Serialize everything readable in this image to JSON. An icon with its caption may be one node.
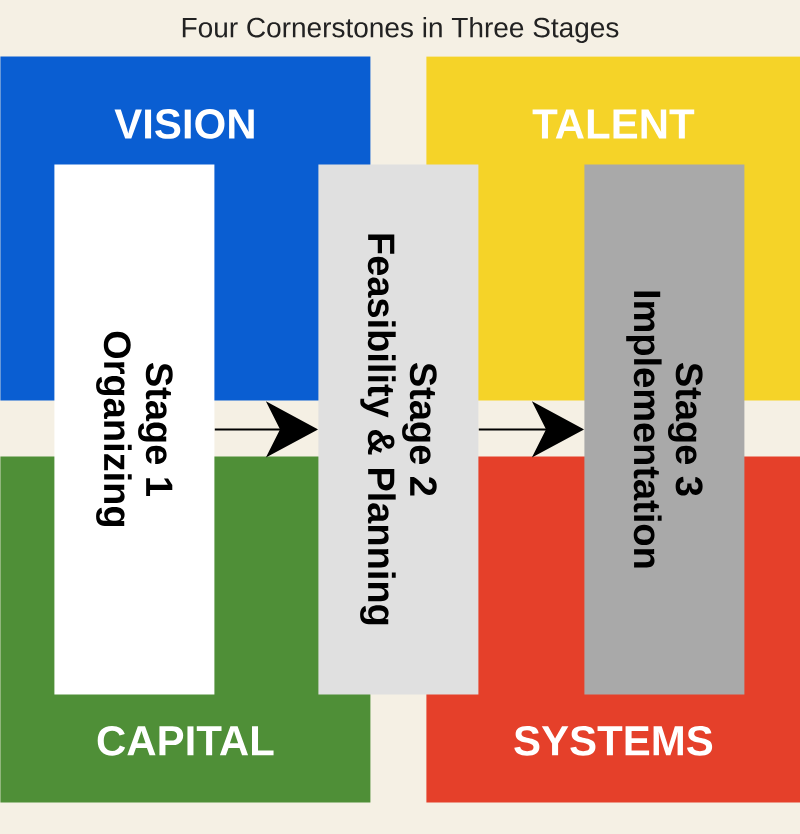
{
  "diagram": {
    "title": "Four Cornerstones in Three Stages",
    "nodes": [
      {
        "text": [
          "VISION"
        ]
      },
      {
        "text": [
          "TALENT"
        ]
      },
      {
        "text": [
          "CAPITAL"
        ]
      },
      {
        "text": [
          "SYSTEMS"
        ]
      },
      {
        "text": [
          "Stage 1",
          "Organizing"
        ]
      },
      {
        "text": [
          "Stage 2",
          "Feasibility & Planning"
        ]
      },
      {
        "text": [
          "Stage 3",
          "Implementation"
        ]
      }
    ],
    "edges": [
      {
        "from": 4,
        "to": 5,
        "arrow": "to"
      },
      {
        "from": 5,
        "to": 6,
        "arrow": "to"
      }
    ]
  }
}
